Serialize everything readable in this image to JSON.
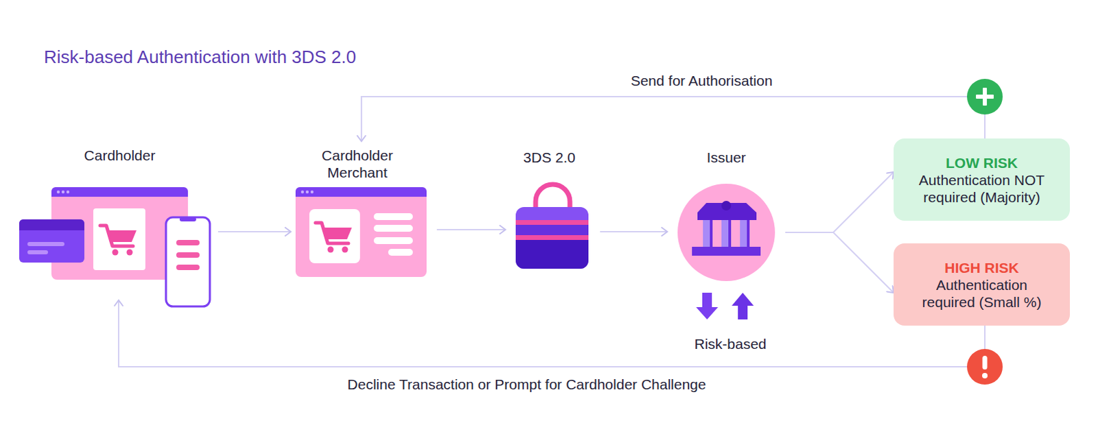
{
  "diagram": {
    "title": "Risk-based Authentication with 3DS 2.0",
    "nodes": [
      {
        "text": [
          "Cardholder"
        ]
      },
      {
        "text": [
          "Cardholder Merchant"
        ]
      },
      {
        "text": [
          "3DS 2.0"
        ]
      },
      {
        "text": [
          "Issuer"
        ]
      },
      {
        "text": [
          "LOW RISK",
          "Authentication NOT required (Majority)"
        ]
      },
      {
        "text": [
          "HIGH RISK",
          "Authentication required (Small %)"
        ]
      }
    ],
    "edges": [
      {
        "from": 0,
        "to": 1,
        "arrow": "to"
      },
      {
        "from": 1,
        "to": 2,
        "arrow": "to"
      },
      {
        "from": 2,
        "to": 3,
        "arrow": "to"
      },
      {
        "from": 3,
        "to": 4,
        "arrow": "to"
      },
      {
        "from": 3,
        "to": 5,
        "arrow": "to"
      },
      {
        "from": 4,
        "to": 1,
        "label": "Send for Authorisation",
        "arrow": "to"
      },
      {
        "from": 5,
        "to": 0,
        "label": "Decline Transaction or Prompt for Cardholder Challenge",
        "arrow": "to"
      }
    ],
    "labels": [
      "Risk-based"
    ]
  }
}
